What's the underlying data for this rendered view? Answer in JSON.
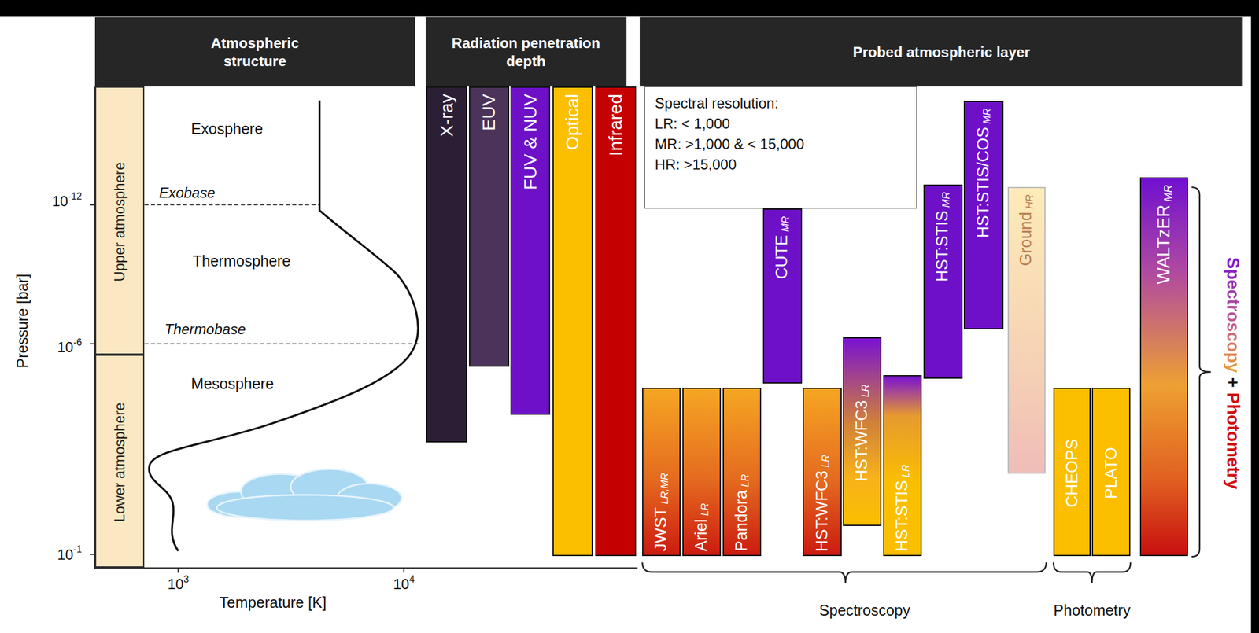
{
  "diagram": {
    "nodes": [
      {
        "text": [
          "Atmospheric structure"
        ]
      },
      {
        "text": [
          "Radiation penetration depth"
        ]
      },
      {
        "text": [
          "Probed atmospheric layer"
        ]
      },
      {
        "text": [
          "Upper atmosphere"
        ]
      },
      {
        "text": [
          "Lower atmosphere"
        ]
      },
      {
        "text": [
          "X-ray"
        ]
      },
      {
        "text": [
          "EUV"
        ]
      },
      {
        "text": [
          "FUV & NUV"
        ]
      },
      {
        "text": [
          "Optical"
        ]
      },
      {
        "text": [
          "Infrared"
        ]
      },
      {
        "text": [
          "Spectral resolution:",
          "LR: < 1,000",
          "MR: >1,000 & < 15,000",
          "HR: >15,000"
        ]
      },
      {
        "text": [
          "JWST",
          "LR,MR"
        ]
      },
      {
        "text": [
          "Ariel",
          "LR"
        ]
      },
      {
        "text": [
          "Pandora",
          "LR"
        ]
      },
      {
        "text": [
          "CUTE",
          "MR"
        ]
      },
      {
        "text": [
          "HST:WFC3",
          "LR"
        ]
      },
      {
        "text": [
          "HST:WFC3",
          "LR"
        ]
      },
      {
        "text": [
          "HST:STIS",
          "LR"
        ]
      },
      {
        "text": [
          "HST:STIS",
          "MR"
        ]
      },
      {
        "text": [
          "HST:STIS/COS",
          "MR"
        ]
      },
      {
        "text": [
          "Ground",
          "HR"
        ]
      },
      {
        "text": [
          "CHEOPS"
        ]
      },
      {
        "text": [
          "PLATO"
        ]
      },
      {
        "text": [
          "WALTzER",
          "MR"
        ]
      }
    ],
    "labels": [
      "Exosphere",
      "Exobase",
      "Thermosphere",
      "Thermobase",
      "Mesosphere",
      "Pressure [bar]",
      "10",
      "-12",
      "10",
      "-6",
      "10",
      "-1",
      "10",
      "3",
      "10",
      "4",
      "Temperature [K]",
      "Spectroscopy",
      "Photometry",
      "Spectroscopy",
      "+",
      "Photometry"
    ]
  }
}
